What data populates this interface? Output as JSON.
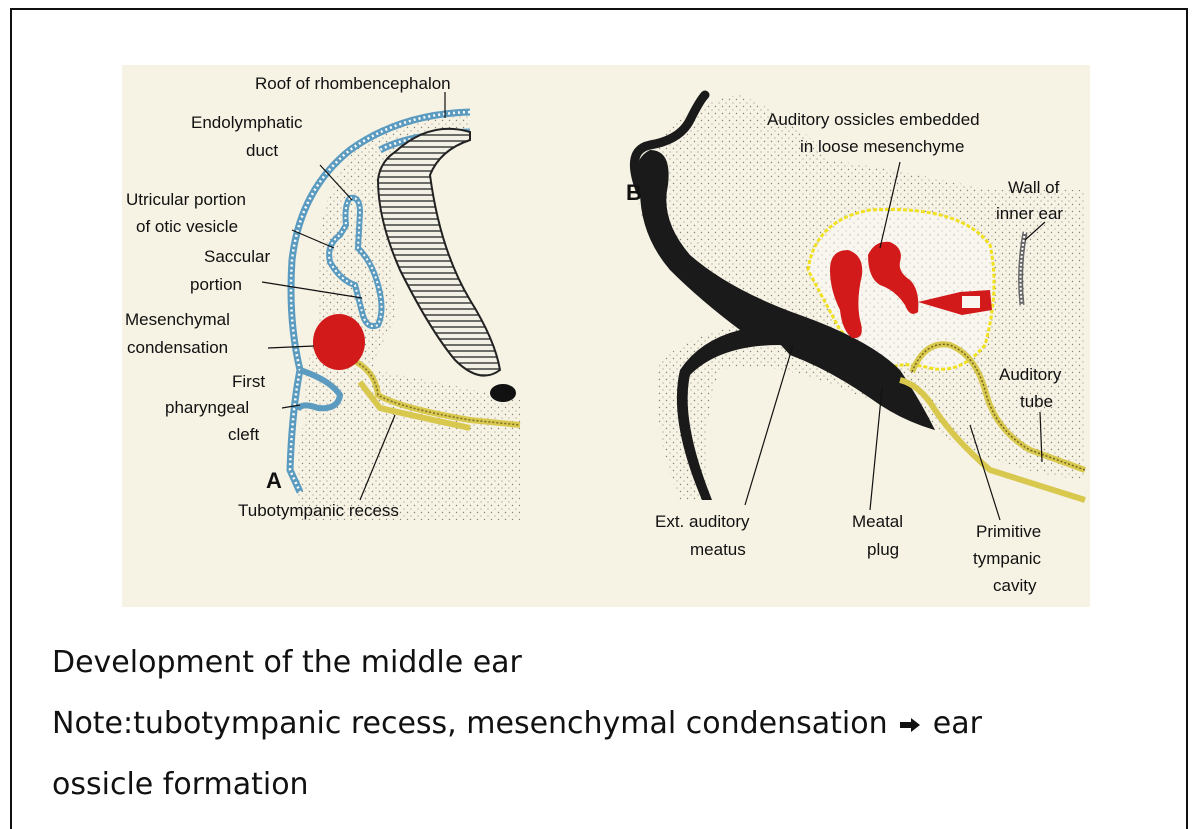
{
  "figure": {
    "panel_a": {
      "letter": "A",
      "labels": {
        "roof": "Roof of rhombencephalon",
        "endo1": "Endolymphatic",
        "endo2": "duct",
        "utr1": "Utricular portion",
        "utr2": "of otic vesicle",
        "sac1": "Saccular",
        "sac2": "portion",
        "mes1": "Mesenchymal",
        "mes2": "condensation",
        "fpc1": "First",
        "fpc2": "pharyngeal",
        "fpc3": "cleft",
        "tubo": "Tubotympanic recess"
      }
    },
    "panel_b": {
      "letter": "B",
      "labels": {
        "aud1": "Auditory ossicles embedded",
        "aud2": "in loose mesenchyme",
        "wall1": "Wall of",
        "wall2": "inner ear",
        "tube1": "Auditory",
        "tube2": "tube",
        "ext1": "Ext. auditory",
        "ext2": "meatus",
        "plug1": "Meatal",
        "plug2": "plug",
        "prim1": "Primitive",
        "prim2": "tympanic",
        "prim3": "cavity"
      }
    },
    "colors": {
      "background": "#f6f2e4",
      "ossicle": "#d21a1a",
      "otic_outline": "#5b9bc0",
      "tube": "#d9c84e",
      "mesenchyme_boundary": "#f0e020",
      "ectoderm": "#1a1a1a"
    }
  },
  "caption": {
    "line1": "Development of the middle ear",
    "line2_before": "Note:tubotympanic recess, mesenchymal condensation",
    "line2_after": "ear",
    "line3": "ossicle formation",
    "arrow_icon": "right-arrow-icon"
  }
}
